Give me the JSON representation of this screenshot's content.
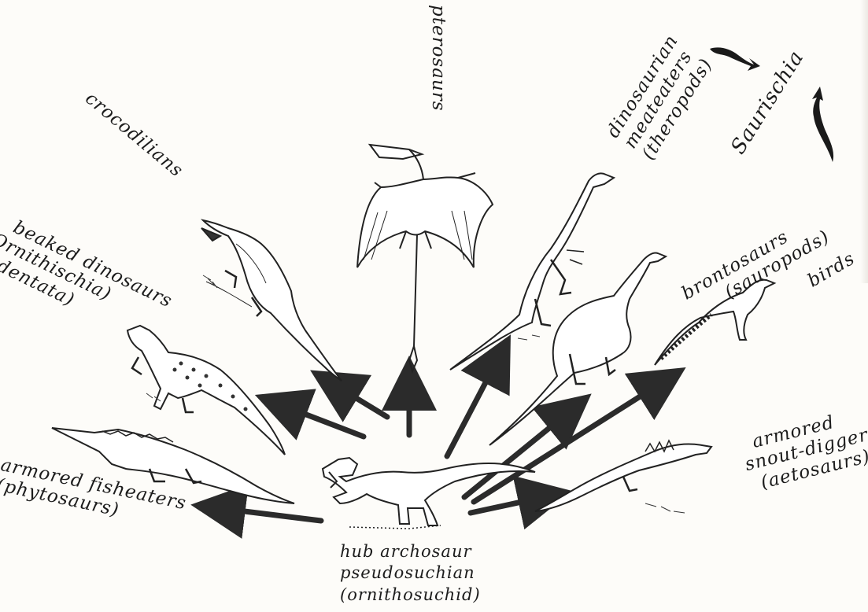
{
  "labels": {
    "pterosaurs": "pterosaurs",
    "crocodilians": "crocodilians",
    "theropods": [
      "dinosaurian",
      "meateaters",
      "(theropods)"
    ],
    "saurischia": "Saurischia",
    "sauropods": [
      "brontosaurs",
      "(sauropods)"
    ],
    "birds": "birds",
    "ornithischia": [
      "beaked dinosaurs",
      "(Ornithischia)",
      "Predentata)"
    ],
    "aetosaurs": [
      "armored",
      "snout-diggers",
      "(aetosaurs)"
    ],
    "phytosaurs": [
      "armored fisheaters",
      "(phytosaurs)"
    ],
    "hub": [
      "hub archosaur",
      "pseudosuchian",
      "(ornithosuchid)"
    ]
  },
  "colors": {
    "ink": "#1c1c1c",
    "arrow": "#2b2b2b",
    "paper": "#fdfcf9"
  },
  "icons": {
    "hub": "ornithosuchid-drawing",
    "pterosaur": "pterosaur-drawing",
    "crocodile": "crocodile-drawing",
    "theropod": "theropod-drawing",
    "sauropod": "sauropod-drawing",
    "bird": "bird-drawing",
    "ornithischian": "ornithischian-drawing",
    "aetosaur": "aetosaur-drawing",
    "phytosaur": "phytosaur-drawing"
  }
}
